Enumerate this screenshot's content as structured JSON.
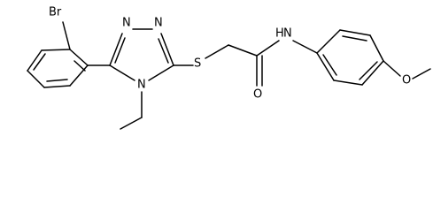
{
  "molecule": {
    "atoms": {
      "br": "Br",
      "n_ring_top_left": "N",
      "n_ring_top_right": "N",
      "n_ring_bottom": "N",
      "s": "S",
      "o_carbonyl": "O",
      "n_amide": "N",
      "h_amide": "H",
      "o_methoxy": "O"
    }
  }
}
